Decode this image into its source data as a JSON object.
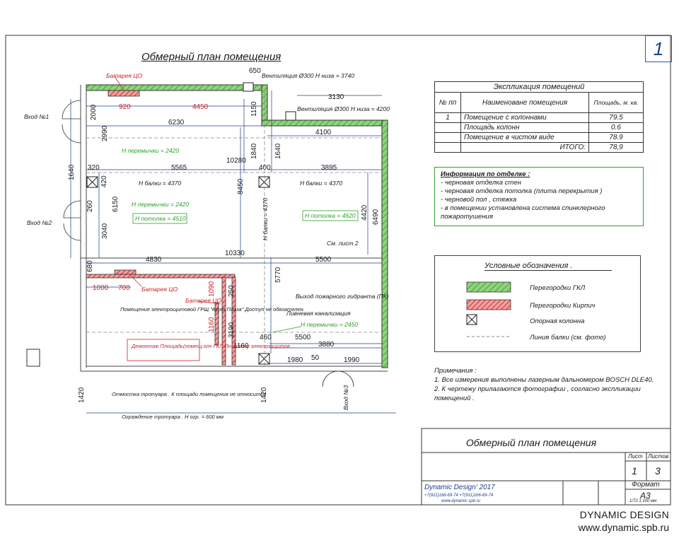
{
  "page_number": "1",
  "plan_title": "Обмерный план помещения",
  "explication": {
    "title": "Экспликация помещений",
    "col_no": "№ пп",
    "col_name": "Наименоване помещения",
    "col_area": "Площадь,    м. кв.",
    "rows": [
      {
        "no": "1",
        "name": "Помещение с колоннами",
        "area": "79.5"
      },
      {
        "no": "",
        "name": "Площадь колонн",
        "area": "0.6"
      },
      {
        "no": "",
        "name": "Помещение в чистом виде",
        "area": "78.9"
      },
      {
        "no": "",
        "name": "ИТОГО:",
        "area": "78,9"
      }
    ]
  },
  "finish_info": {
    "title": "Информация по отделке  :",
    "items": [
      "- черновая отделка стен",
      "- черновая отделка потолка     (плита перекрытия  )",
      "- черновой пол , стяжка",
      "- в помещении установлена система спинклерного пожаротушения"
    ]
  },
  "legend": {
    "title": "Условные обозначения  .",
    "items": [
      {
        "label": "Перегородки ГКЛ"
      },
      {
        "label": "Перегородки Кирпич"
      },
      {
        "label": "Опорная колонна"
      },
      {
        "label": "Линия балки  (см. фото)"
      }
    ]
  },
  "notes": {
    "title": "Примечания :",
    "items": [
      "1. Все измерения выполнены лазерным дальномером     BOSCH DLE40.",
      "2. К чертежу прилагаются фотографии    , согласно экспликации помещений ."
    ]
  },
  "title_block": {
    "title": "Обмерный план помещения",
    "sheet_label": "Лист",
    "sheets_label": "Листов",
    "sheet": "1",
    "sheets": "3",
    "format_label": "Формат",
    "format": "А3",
    "company": "Dynamic Design' 2017",
    "phones": "+7(911)166-69-74     +7(911)166-69-74",
    "site": "www.dynamic.spb.ru",
    "scale_note": "1/72  1:100 мм"
  },
  "brand": {
    "line1": "DYNAMIC DESIGN",
    "line2": "www.dynamic.spb.ru"
  },
  "plan": {
    "entry1": "Вход №1",
    "entry2": "Вход №2",
    "entry3": "Вход №3",
    "vent1": "Вентиляция Ø300 Н низа = 3740",
    "vent2": "Вентиляция Ø300 Н низа = 4200",
    "battery_top": "Батарея ЦО",
    "battery_mid": "Батарея ЦО",
    "battery_low": "Батарея ЦО",
    "lintel1": "Н перемычки =  2420",
    "lintel2": "Н перемычки =  2420",
    "lintel3": "Н перемычки =  2450",
    "ceiling1": "Н потолка = 4510",
    "ceiling2": "Н потолка = 4620",
    "beam1": "Н балки = 4370",
    "beam2": "Н балки = 4370",
    "beam_v": "Н балки = 4370",
    "see_sheet": "См. лист 2",
    "hydrant": "Выход пожарного гидранта (ПК)",
    "sewer": "Ливневая канализация",
    "wall_note": "Помещение электрощитовой ГРЩ \"Курт Плаза\"  Доступ не обязателен.",
    "dismantle": "Демонтаж Площадь(помещ.олч ГКЛ По факту электрощитов",
    "sidewalk1": "Отмостка тротуара . К площади помещения не относится",
    "sidewalk2": "Ограждение тротуара . Н огр. = 600 мм",
    "d650": "650",
    "d3130": "3130",
    "d920": "920",
    "d4450": "4450",
    "d1150": "1150",
    "d2000": "2000",
    "d6230": "6230",
    "d4100": "4100",
    "d2990": "2990",
    "d10280": "10280",
    "d1640a": "1640",
    "d1840": "1840",
    "d1640b": "1640",
    "d320": "320",
    "d5565": "5565",
    "d400": "400",
    "d3895": "3895",
    "d420": "420",
    "d260": "260",
    "d6150": "6150",
    "d8450": "8450",
    "d4420": "4420",
    "d6490": "6490",
    "d3040": "3040",
    "d4830": "4830",
    "d10330": "10330",
    "d5500a": "5500",
    "d680": "680",
    "d1000": "1000",
    "d700": "700",
    "d1090": "1090",
    "d250": "250",
    "d5770": "5770",
    "d1160": "1160",
    "d3190": "3190",
    "d460": "460",
    "d5500b": "5500",
    "d3880": "3880",
    "d1160b": "1160",
    "d1980": "1980",
    "d50": "50",
    "d1990": "1990",
    "d1420a": "1420",
    "d1420b": "1420"
  },
  "colors": {
    "gkl_wall": "#7fce6a",
    "brick_wall": "#e06a6a",
    "dimension": "#1b3c8c",
    "annotation_red": "#d02020",
    "annotation_green": "#2ca02c"
  }
}
